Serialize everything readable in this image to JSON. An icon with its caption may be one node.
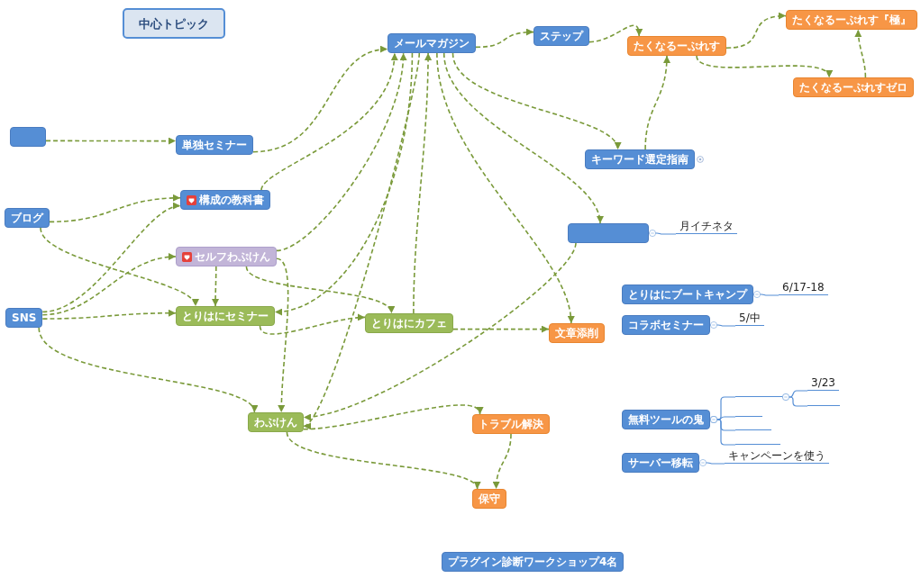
{
  "diagram": {
    "nodes": [
      {
        "text": [
          "中心トピック"
        ]
      },
      {
        "text": [],
        "shape": "box"
      },
      {
        "text": [
          "単独セミナー"
        ]
      },
      {
        "text": [
          "ブログ"
        ]
      },
      {
        "text": [
          "構成の教科書"
        ]
      },
      {
        "text": [
          "セルフわぷけん"
        ]
      },
      {
        "text": [
          "SNS"
        ]
      },
      {
        "text": [
          "とりはにセミナー"
        ]
      },
      {
        "text": [
          "メールマガジン"
        ]
      },
      {
        "text": [
          "ステップ"
        ]
      },
      {
        "text": [
          "たくなるーぷれす"
        ]
      },
      {
        "text": [
          "たくなるーぷれす『極』"
        ]
      },
      {
        "text": [
          "たくなるーぷれすゼロ"
        ]
      },
      {
        "text": [
          "キーワード選定指南"
        ]
      },
      {
        "text": [],
        "shape": "box"
      },
      {
        "text": [
          "月イチネタ"
        ]
      },
      {
        "text": [
          "とりはにカフェ"
        ]
      },
      {
        "text": [
          "文章添削"
        ]
      },
      {
        "text": [
          "とりはにブートキャンプ"
        ]
      },
      {
        "text": [
          "6/17-18"
        ]
      },
      {
        "text": [
          "コラボセミナー"
        ]
      },
      {
        "text": [
          "5/中"
        ]
      },
      {
        "text": [
          "わぷけん"
        ]
      },
      {
        "text": [
          "トラブル解決"
        ]
      },
      {
        "text": [
          "無料ツールの鬼"
        ]
      },
      {
        "text": [],
        "shape": "line"
      },
      {
        "text": [
          "3/23"
        ]
      },
      {
        "text": [],
        "shape": "line"
      },
      {
        "text": [],
        "shape": "line"
      },
      {
        "text": [],
        "shape": "line"
      },
      {
        "text": [],
        "shape": "line"
      },
      {
        "text": [
          "保守"
        ]
      },
      {
        "text": [
          "サーバー移転"
        ]
      },
      {
        "text": [
          "キャンペーンを使う"
        ]
      },
      {
        "text": [
          "プラグイン診断ワークショップ4名"
        ]
      }
    ],
    "edges": [
      {
        "from": 1,
        "to": 2,
        "arrow": "to",
        "style": "dashed"
      },
      {
        "from": 2,
        "to": 8,
        "arrow": "to",
        "style": "dashed"
      },
      {
        "from": 3,
        "to": 4,
        "arrow": "to",
        "style": "dashed"
      },
      {
        "from": 3,
        "to": 7,
        "arrow": "to",
        "style": "dashed"
      },
      {
        "from": 4,
        "to": 8,
        "arrow": "to",
        "style": "dashed"
      },
      {
        "from": 6,
        "to": 4,
        "arrow": "to",
        "style": "dashed"
      },
      {
        "from": 6,
        "to": 5,
        "arrow": "to",
        "style": "dashed"
      },
      {
        "from": 6,
        "to": 7,
        "arrow": "to",
        "style": "dashed"
      },
      {
        "from": 6,
        "to": 22,
        "arrow": "to",
        "style": "dashed"
      },
      {
        "from": 5,
        "to": 8,
        "arrow": "to",
        "style": "dashed"
      },
      {
        "from": 5,
        "to": 7,
        "arrow": "to",
        "style": "dashed"
      },
      {
        "from": 5,
        "to": 16,
        "arrow": "to",
        "style": "dashed"
      },
      {
        "from": 5,
        "to": 22,
        "arrow": "to",
        "style": "dashed"
      },
      {
        "from": 8,
        "to": 7,
        "arrow": "to",
        "style": "dashed"
      },
      {
        "from": 7,
        "to": 16,
        "arrow": "to",
        "style": "dashed"
      },
      {
        "from": 8,
        "to": 9,
        "arrow": "to",
        "style": "dashed"
      },
      {
        "from": 9,
        "to": 10,
        "arrow": "to",
        "style": "dashed"
      },
      {
        "from": 10,
        "to": 11,
        "arrow": "to",
        "style": "dashed"
      },
      {
        "from": 10,
        "to": 12,
        "arrow": "to",
        "style": "dashed"
      },
      {
        "from": 12,
        "to": 11,
        "arrow": "to",
        "style": "dashed"
      },
      {
        "from": 13,
        "to": 10,
        "arrow": "to",
        "style": "dashed"
      },
      {
        "from": 8,
        "to": 13,
        "arrow": "to",
        "style": "dashed"
      },
      {
        "from": 8,
        "to": 14,
        "arrow": "to",
        "style": "dashed"
      },
      {
        "from": 8,
        "to": 17,
        "arrow": "to",
        "style": "dashed"
      },
      {
        "from": 16,
        "to": 8,
        "arrow": "to",
        "style": "dashed"
      },
      {
        "from": 16,
        "to": 17,
        "arrow": "to",
        "style": "dashed"
      },
      {
        "from": 8,
        "to": 22,
        "arrow": "to",
        "style": "dashed"
      },
      {
        "from": 14,
        "to": 22,
        "arrow": "to",
        "style": "dashed"
      },
      {
        "from": 22,
        "to": 23,
        "arrow": "to",
        "style": "dashed"
      },
      {
        "from": 22,
        "to": 31,
        "arrow": "to",
        "style": "dashed"
      },
      {
        "from": 23,
        "to": 31,
        "arrow": "to",
        "style": "dashed"
      },
      {
        "from": 14,
        "to": 15,
        "arrow": "other",
        "color": "#558ed5"
      },
      {
        "from": 18,
        "to": 19,
        "arrow": "other",
        "color": "#558ed5"
      },
      {
        "from": 20,
        "to": 21,
        "arrow": "other",
        "color": "#558ed5"
      },
      {
        "from": 24,
        "to": 25,
        "arrow": "other",
        "color": "#558ed5"
      },
      {
        "from": 25,
        "to": 26,
        "arrow": "other",
        "color": "#558ed5"
      },
      {
        "from": 25,
        "to": 27,
        "arrow": "other",
        "color": "#558ed5"
      },
      {
        "from": 24,
        "to": 28,
        "arrow": "other",
        "color": "#558ed5"
      },
      {
        "from": 24,
        "to": 29,
        "arrow": "other",
        "color": "#558ed5"
      },
      {
        "from": 24,
        "to": 30,
        "arrow": "other",
        "color": "#558ed5"
      },
      {
        "from": 32,
        "to": 33,
        "arrow": "other",
        "color": "#558ed5"
      }
    ]
  }
}
